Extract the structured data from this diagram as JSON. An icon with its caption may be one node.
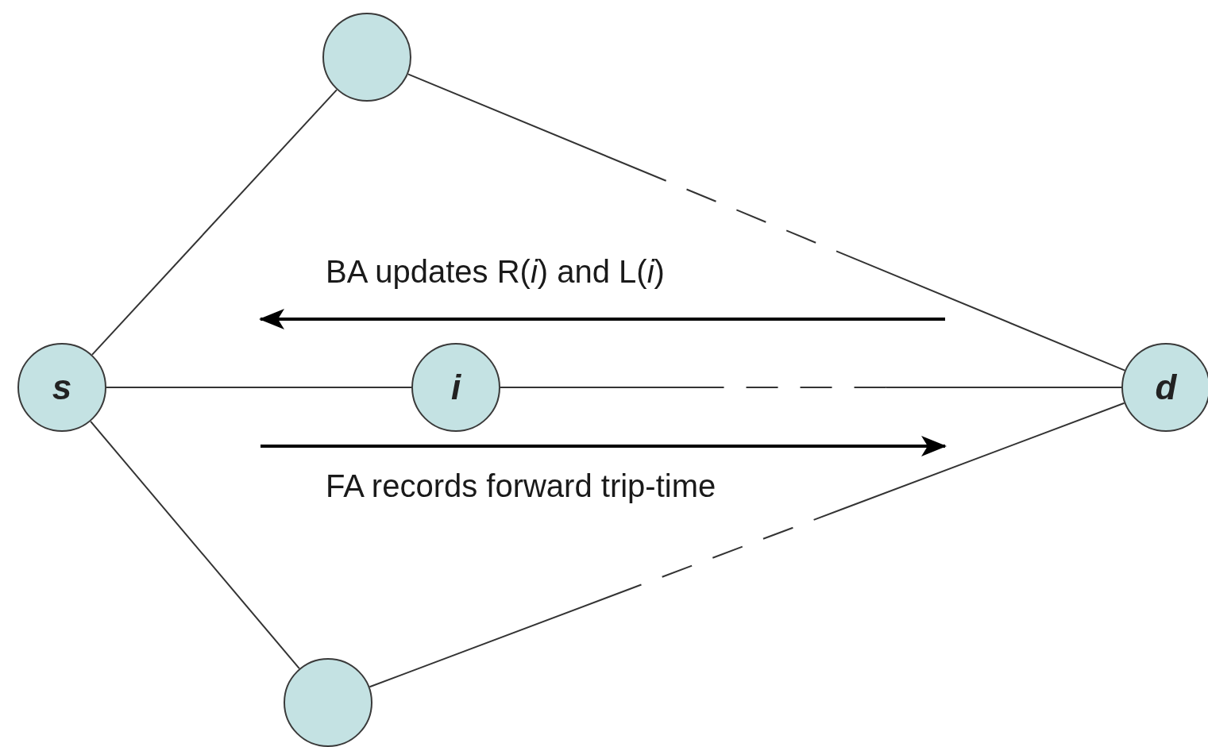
{
  "diagram": {
    "nodes": [
      {
        "text": [],
        "shape": "circle"
      },
      {
        "text": [
          "s"
        ]
      },
      {
        "text": [
          "i"
        ]
      },
      {
        "text": [
          "d"
        ]
      },
      {
        "text": [],
        "shape": "circle"
      }
    ],
    "edges": [
      {
        "from": 1,
        "to": 0,
        "arrow": "none"
      },
      {
        "from": 0,
        "to": 3,
        "arrow": "none",
        "style": "dashed"
      },
      {
        "from": 1,
        "to": 2,
        "arrow": "none"
      },
      {
        "from": 2,
        "to": 3,
        "arrow": "none",
        "style": "dashed"
      },
      {
        "from": 1,
        "to": 4,
        "arrow": "none"
      },
      {
        "from": 4,
        "to": 3,
        "arrow": "none",
        "style": "dashed"
      }
    ],
    "labels": [
      "BA updates R(*i*) and L(*i*)",
      "FA records forward trip-time"
    ]
  }
}
